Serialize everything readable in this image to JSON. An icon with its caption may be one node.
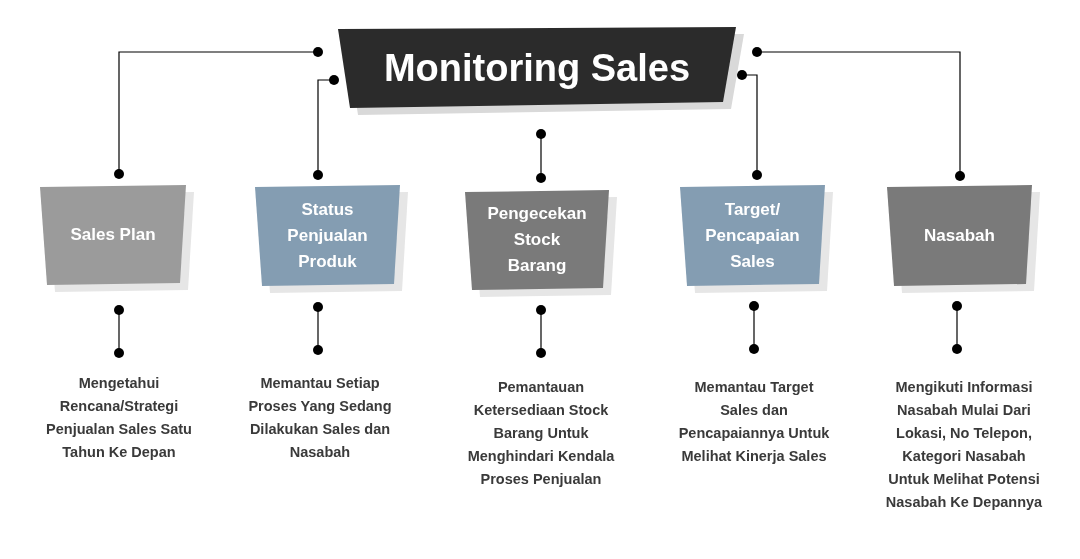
{
  "diagram": {
    "nodes": [
      {
        "text": [
          "Monitoring Sales"
        ]
      },
      {
        "text": [
          "Sales Plan"
        ]
      },
      {
        "text": [
          "Status Penjualan Produk"
        ]
      },
      {
        "text": [
          "Pengecekan Stock Barang"
        ]
      },
      {
        "text": [
          "Target/ Pencapaian Sales"
        ]
      },
      {
        "text": [
          "Nasabah"
        ]
      },
      {
        "text": [
          "Mengetahui Rencana/Strategi Penjualan Sales Satu Tahun Ke Depan"
        ]
      },
      {
        "text": [
          "Memantau Setiap Proses Yang Sedang Dilakukan Sales dan Nasabah"
        ]
      },
      {
        "text": [
          "Pemantauan Ketersediaan Stock Barang Untuk Menghindari Kendala Proses Penjualan"
        ]
      },
      {
        "text": [
          "Memantau Target Sales dan Pencapaiannya Untuk Melihat Kinerja Sales"
        ]
      },
      {
        "text": [
          "Mengikuti Informasi Nasabah Mulai Dari Lokasi, No Telepon, Kategori Nasabah Untuk Melihat Potensi Nasabah Ke Depannya"
        ]
      }
    ],
    "edges": [
      {
        "from": 0,
        "to": 1,
        "arrow": "other"
      },
      {
        "from": 0,
        "to": 2,
        "arrow": "other"
      },
      {
        "from": 0,
        "to": 3,
        "arrow": "other"
      },
      {
        "from": 0,
        "to": 4,
        "arrow": "other"
      },
      {
        "from": 0,
        "to": 5,
        "arrow": "other"
      },
      {
        "from": 1,
        "to": 6,
        "arrow": "other"
      },
      {
        "from": 2,
        "to": 7,
        "arrow": "other"
      },
      {
        "from": 3,
        "to": 8,
        "arrow": "other"
      },
      {
        "from": 4,
        "to": 9,
        "arrow": "other"
      },
      {
        "from": 5,
        "to": 10,
        "arrow": "other"
      }
    ]
  }
}
